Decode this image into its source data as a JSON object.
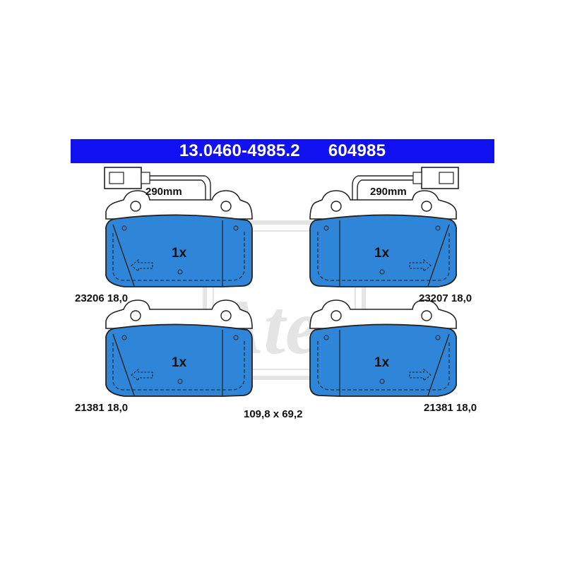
{
  "header": {
    "part_number": "13.0460-4985.2",
    "ref_number": "604985",
    "background": "#1010f0"
  },
  "pads": [
    {
      "id": "top-left",
      "quantity": "1x",
      "code": "23206",
      "thickness": "18,0",
      "sensor_length": "290mm",
      "has_sensor": true,
      "arrow": "left"
    },
    {
      "id": "top-right",
      "quantity": "1x",
      "code": "23207",
      "thickness": "18,0",
      "sensor_length": "290mm",
      "has_sensor": true,
      "arrow": "right"
    },
    {
      "id": "bottom-left",
      "quantity": "1x",
      "code": "21381",
      "thickness": "18,0",
      "has_sensor": false,
      "arrow": "left"
    },
    {
      "id": "bottom-right",
      "quantity": "1x",
      "code": "21381",
      "thickness": "18,0",
      "has_sensor": false,
      "arrow": "right"
    }
  ],
  "dimensions": "109,8 x 69,2",
  "colors": {
    "pad_fill": "#2f86d8",
    "outline": "#222222",
    "watermark": "#9a9a9a"
  },
  "logo_text": "Ate"
}
